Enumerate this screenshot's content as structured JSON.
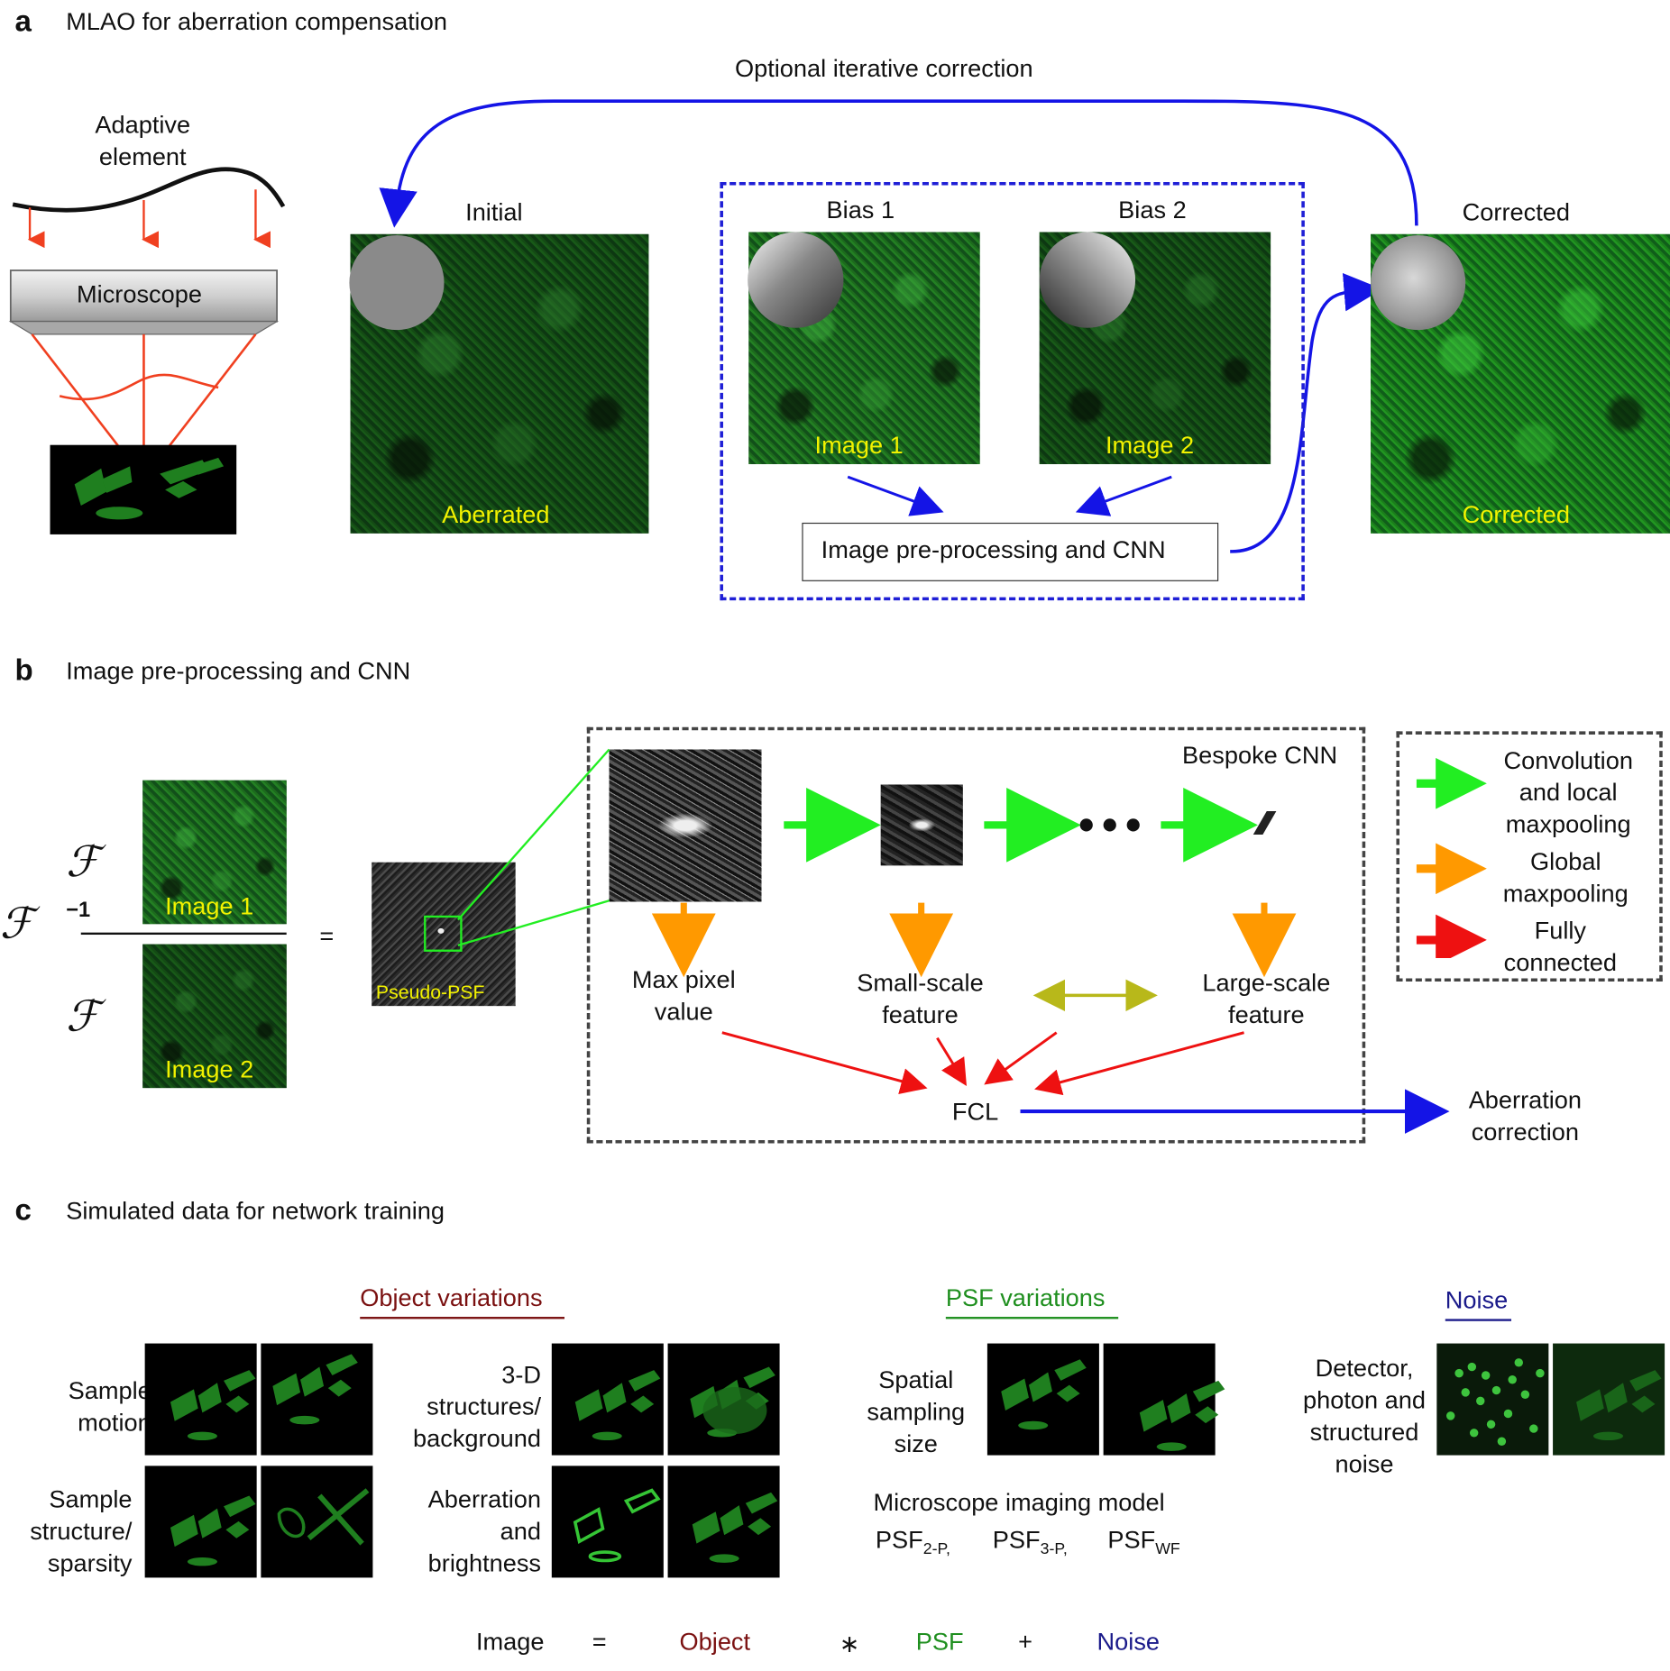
{
  "panel_a": {
    "letter": "a",
    "title": "MLAO for aberration compensation",
    "adaptive_label": "Adaptive\nelement",
    "microscope_label": "Microscope",
    "iterative_label": "Optional iterative correction",
    "initial_title": "Initial",
    "initial_caption": "Aberrated",
    "bias1_title": "Bias 1",
    "bias1_caption": "Image 1",
    "bias2_title": "Bias 2",
    "bias2_caption": "Image 2",
    "cnn_box": "Image pre-processing and CNN",
    "corrected_title": "Corrected",
    "corrected_caption": "Corrected"
  },
  "panel_b": {
    "letter": "b",
    "title": "Image pre-processing and CNN",
    "fourier_symbol": "ℱ",
    "inverse_exponent": "−1",
    "equals": "=",
    "image1_caption": "Image 1",
    "image2_caption": "Image 2",
    "pseudo_psf": "Pseudo-PSF",
    "bespoke_cnn": "Bespoke CNN",
    "max_pixel": "Max pixel\nvalue",
    "small_scale": "Small-scale\nfeature",
    "large_scale": "Large-scale\nfeature",
    "fcl": "FCL",
    "aberration_correction": "Aberration\ncorrection",
    "legend": [
      {
        "label": "Convolution\nand local\nmaxpooling",
        "color": "#22ee22"
      },
      {
        "label": "Global\nmaxpooling",
        "color": "#ff9900"
      },
      {
        "label": "Fully\nconnected",
        "color": "#ee1111"
      }
    ]
  },
  "panel_c": {
    "letter": "c",
    "title": "Simulated data for network training",
    "object_variations": "Object variations",
    "psf_variations": "PSF variations",
    "noise": "Noise",
    "sample_motion": "Sample\nmotion",
    "sample_structure": "Sample\nstructure/\nsparsity",
    "structures_3d": "3-D\nstructures/\nbackground",
    "aberration_brightness": "Aberration\nand\nbrightness",
    "spatial_sampling": "Spatial\nsampling\nsize",
    "detector_noise": "Detector,\nphoton and\nstructured\nnoise",
    "imaging_model": "Microscope imaging model",
    "psf_2p": "PSF",
    "psf_2p_sub": "2-P,",
    "psf_3p": "PSF",
    "psf_3p_sub": "3-P,",
    "psf_wf": "PSF",
    "psf_wf_sub": "WF",
    "eq_image": "Image",
    "eq_equals": "=",
    "eq_object": "Object",
    "eq_conv": "∗",
    "eq_psf": "PSF",
    "eq_plus": "+",
    "eq_noise": "Noise"
  },
  "colors": {
    "object": "#7a1010",
    "psf": "#1f8f1f",
    "noise": "#1a1a8a",
    "blue_arrow": "#1414e6",
    "red_ray": "#f04020",
    "yellow_label": "#f2f200"
  }
}
